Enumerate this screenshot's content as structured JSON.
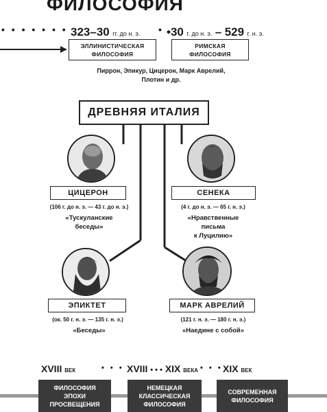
{
  "heading": "ФИЛОСОФИЯ",
  "periods": {
    "hellenistic_range_big": "323–30",
    "hellenistic_range_small": "гг. до н. э.",
    "roman_range_big_start": "30",
    "roman_range_small_start": "г. до н. э.",
    "roman_range_big_end": "529",
    "roman_range_small_end": "г. н. э.",
    "hellenistic_label": "ЭЛЛИНИСТИЧЕСКАЯ ФИЛОСОФИЯ",
    "roman_label": "РИМСКАЯ ФИЛОСОФИЯ",
    "schools_line1": "Пиррон, Эпикур, Цицерон, Марк Аврелий,",
    "schools_line2": "Плотин и др."
  },
  "center_label": "ДРЕВНЯЯ ИТАЛИЯ",
  "philosophers": [
    {
      "name": "ЦИЦЕРОН",
      "dates": "(106 г. до н. э. — 43 г. до н. э.)",
      "work_line1": "«Тускуланские",
      "work_line2": "беседы»",
      "work_line3": ""
    },
    {
      "name": "СЕНЕКА",
      "dates": "(4 г. до н. э. — 65 г. н. э.)",
      "work_line1": "«Нравственные",
      "work_line2": "письма",
      "work_line3": "к Луцилию»"
    },
    {
      "name": "ЭПИКТЕТ",
      "dates": "(ок. 50 г. н. э. — 135 г. н. э.)",
      "work_line1": "«Беседы»",
      "work_line2": "",
      "work_line3": ""
    },
    {
      "name": "МАРК АВРЕЛИЙ",
      "dates": "(121 г. н. э. — 180 г. н. э.)",
      "work_line1": "«Наедине с собой»",
      "work_line2": "",
      "work_line3": ""
    }
  ],
  "timeline": {
    "c1_big": "XVIII",
    "c1_small": "ВЕК",
    "c2_big_a": "XVIII",
    "c2_big_b": "XIX",
    "c2_small": "ВЕКА",
    "c3_big": "XIX",
    "c3_small": "ВЕК",
    "box1_l1": "ФИЛОСОФИЯ",
    "box1_l2": "ЭПОХИ",
    "box1_l3": "ПРОСВЕЩЕНИЯ",
    "box2_l1": "НЕМЕЦКАЯ",
    "box2_l2": "КЛАССИЧЕСКАЯ",
    "box2_l3": "ФИЛОСОФИЯ",
    "box3_l1": "СОВРЕМЕННАЯ",
    "box3_l2": "ФИЛОСОФИЯ"
  }
}
